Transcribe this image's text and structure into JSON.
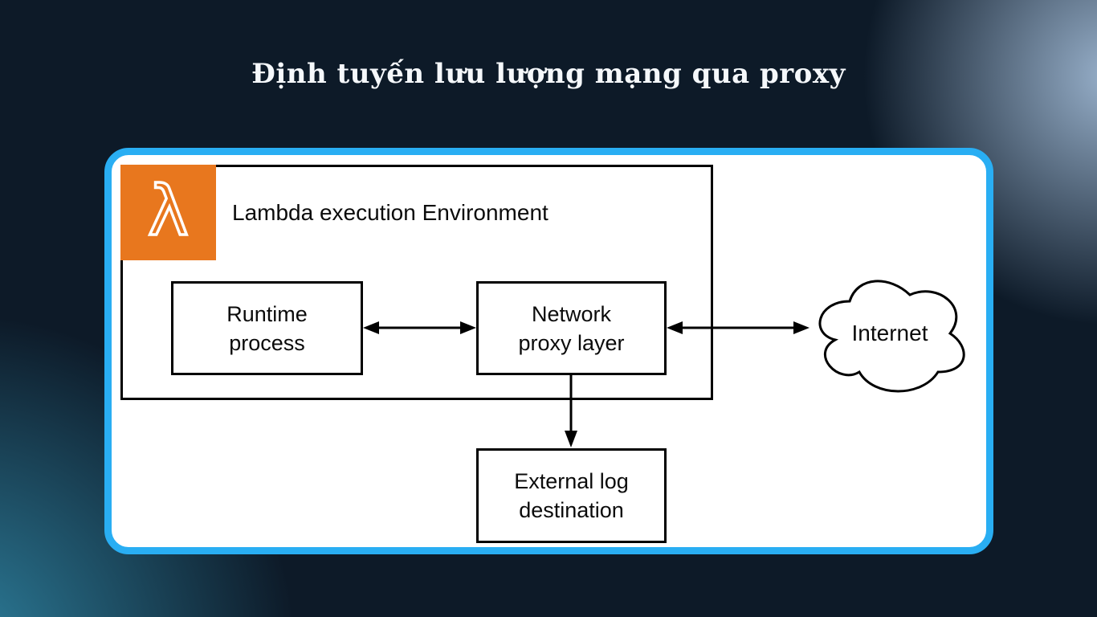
{
  "title": "Định tuyến lưu lượng mạng qua proxy",
  "colors": {
    "background": "#0d1a28",
    "panel_border": "#29aef3",
    "panel_fill": "#ffffff",
    "lambda_orange": "#e8771e",
    "glow_top_right": "#a0b9d4",
    "glow_bottom_left": "#2f85a3",
    "diagram_line": "#000000"
  },
  "diagram": {
    "environment_label": "Lambda execution Environment",
    "lambda_icon_glyph": "λ",
    "nodes": {
      "runtime": "Runtime\nprocess",
      "proxy": "Network\nproxy layer",
      "external_log": "External log\ndestination",
      "internet": "Internet"
    }
  }
}
